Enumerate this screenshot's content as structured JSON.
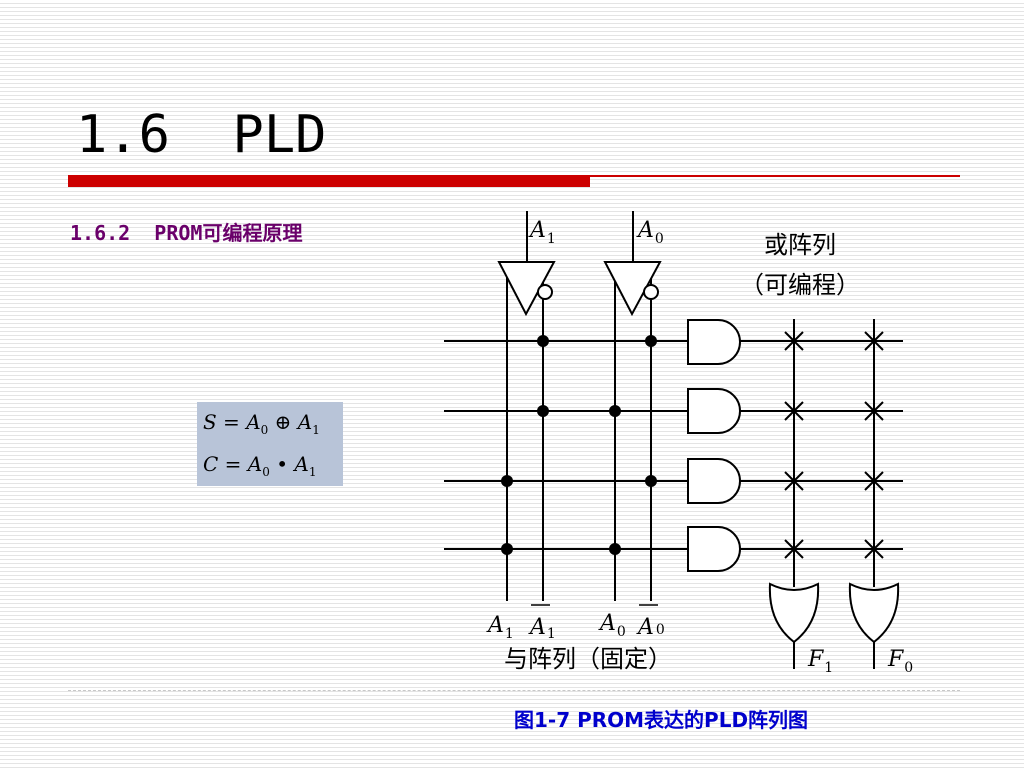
{
  "slide": {
    "title": "1.6  PLD",
    "section_heading": "1.6.2  PROM可编程原理",
    "caption": "图1-7 PROM表达的PLD阵列图"
  },
  "formulas": [
    {
      "lhs": "S",
      "a": "A",
      "a_sub": "0",
      "op": "⊕",
      "b": "A",
      "b_sub": "1"
    },
    {
      "lhs": "C",
      "a": "A",
      "a_sub": "0",
      "op": "•",
      "b": "A",
      "b_sub": "1"
    }
  ],
  "diagram": {
    "inputs": [
      {
        "letter": "A",
        "sub": "1"
      },
      {
        "letter": "A",
        "sub": "0"
      }
    ],
    "or_array_label_1": "或阵列",
    "or_array_label_2": "（可编程）",
    "columns": [
      {
        "letter": "A",
        "sub": "1",
        "bar": false
      },
      {
        "letter": "A",
        "sub": "1",
        "bar": true
      },
      {
        "letter": "A",
        "sub": "0",
        "bar": false
      },
      {
        "letter": "A",
        "sub": "0",
        "bar": true
      }
    ],
    "and_array_label": "与阵列（固定）",
    "outputs": [
      {
        "letter": "F",
        "sub": "1"
      },
      {
        "letter": "F",
        "sub": "0"
      }
    ]
  }
}
